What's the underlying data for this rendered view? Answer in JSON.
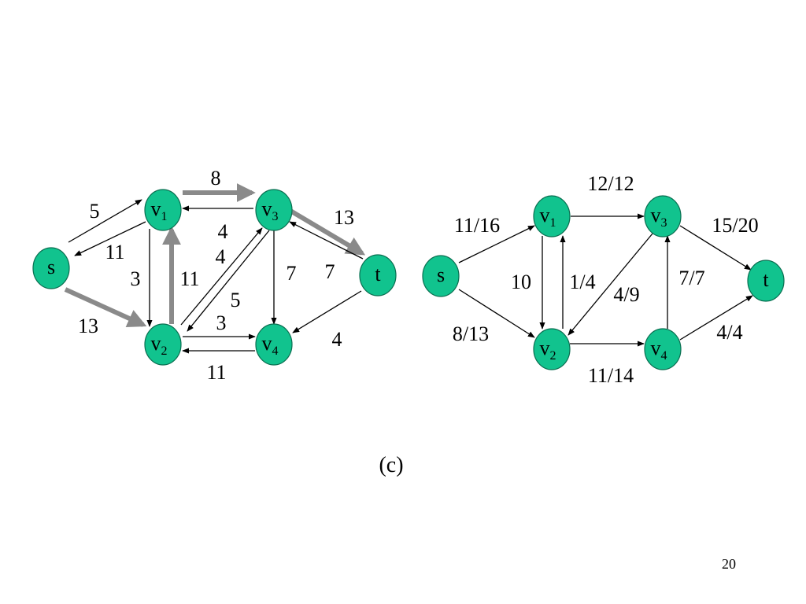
{
  "colors": {
    "node_fill": "#11c38e",
    "node_stroke": "#0a6e50",
    "edge": "#000000",
    "augment_path": "#8a8a8a"
  },
  "graphs": [
    {
      "id": "residual",
      "nodes": [
        {
          "id": "s",
          "base": "s",
          "sub": ""
        },
        {
          "id": "v1",
          "base": "v",
          "sub": "1"
        },
        {
          "id": "v2",
          "base": "v",
          "sub": "2"
        },
        {
          "id": "v3",
          "base": "v",
          "sub": "3"
        },
        {
          "id": "v4",
          "base": "v",
          "sub": "4"
        },
        {
          "id": "t",
          "base": "t",
          "sub": ""
        }
      ],
      "edges": [
        {
          "from": "s",
          "to": "v1",
          "label": "5"
        },
        {
          "from": "v1",
          "to": "s",
          "label": "11"
        },
        {
          "from": "v1",
          "to": "v2",
          "label": "3"
        },
        {
          "from": "v2",
          "to": "v1",
          "label": "11",
          "augment": true
        },
        {
          "from": "s",
          "to": "v2",
          "label": "13",
          "augment": true
        },
        {
          "from": "v1",
          "to": "v3",
          "label": "8",
          "augment": true
        },
        {
          "from": "v3",
          "to": "v1",
          "label": "4"
        },
        {
          "from": "v2",
          "to": "v3",
          "label": "4"
        },
        {
          "from": "v3",
          "to": "v2",
          "label": "5"
        },
        {
          "from": "v3",
          "to": "v4",
          "label": "7"
        },
        {
          "from": "v3",
          "to": "t",
          "label": "13",
          "augment": true
        },
        {
          "from": "t",
          "to": "v3",
          "label": "7"
        },
        {
          "from": "v2",
          "to": "v4",
          "label": "3"
        },
        {
          "from": "v4",
          "to": "v2",
          "label": "11"
        },
        {
          "from": "t",
          "to": "v4",
          "label": "4"
        }
      ]
    },
    {
      "id": "flow",
      "nodes": [
        {
          "id": "s",
          "base": "s",
          "sub": ""
        },
        {
          "id": "v1",
          "base": "v",
          "sub": "1"
        },
        {
          "id": "v2",
          "base": "v",
          "sub": "2"
        },
        {
          "id": "v3",
          "base": "v",
          "sub": "3"
        },
        {
          "id": "v4",
          "base": "v",
          "sub": "4"
        },
        {
          "id": "t",
          "base": "t",
          "sub": ""
        }
      ],
      "edges": [
        {
          "from": "s",
          "to": "v1",
          "label": "11/16"
        },
        {
          "from": "s",
          "to": "v2",
          "label": "8/13"
        },
        {
          "from": "v1",
          "to": "v3",
          "label": "12/12"
        },
        {
          "from": "v1",
          "to": "v2",
          "label": "10"
        },
        {
          "from": "v2",
          "to": "v1",
          "label": "1/4"
        },
        {
          "from": "v3",
          "to": "v2",
          "label": "4/9"
        },
        {
          "from": "v4",
          "to": "v3",
          "label": "7/7"
        },
        {
          "from": "v3",
          "to": "t",
          "label": "15/20"
        },
        {
          "from": "v2",
          "to": "v4",
          "label": "11/14"
        },
        {
          "from": "v4",
          "to": "t",
          "label": "4/4"
        }
      ]
    }
  ],
  "caption": "(c)",
  "page_number": "20"
}
